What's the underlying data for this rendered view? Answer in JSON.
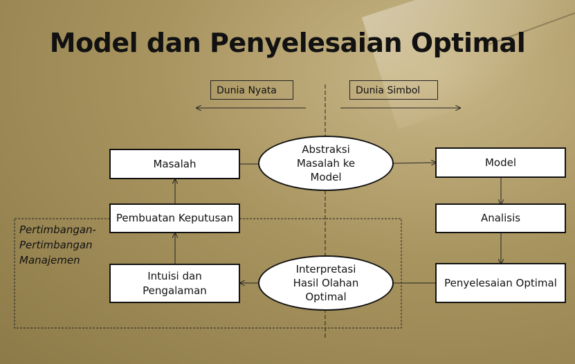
{
  "title": "Model dan Penyelesaian Optimal",
  "labels": {
    "real_world": "Dunia Nyata",
    "symbol_world": "Dunia Simbol"
  },
  "boxes": {
    "masalah": "Masalah",
    "pembuatan_keputusan": "Pembuatan Keputusan",
    "intuisi_line1": "Intuisi dan",
    "intuisi_line2": "Pengalaman",
    "model": "Model",
    "analisis": "Analisis",
    "penyelesaian_optimal": "Penyelesaian Optimal"
  },
  "ellipses": {
    "abstraksi_line1": "Abstraksi",
    "abstraksi_line2": "Masalah ke",
    "abstraksi_line3": "Model",
    "interpretasi_line1": "Interpretasi",
    "interpretasi_line2": "Hasil Olahan",
    "interpretasi_line3": "Optimal"
  },
  "side_note": {
    "line1": "Pertimbangan-",
    "line2": "Pertimbangan",
    "line3": "Manajemen"
  }
}
